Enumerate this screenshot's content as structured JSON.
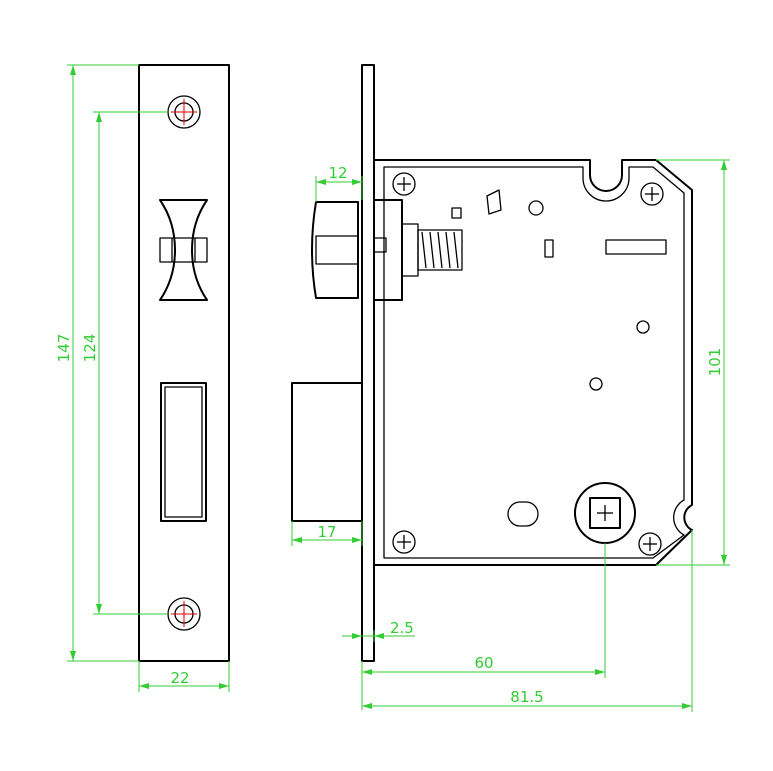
{
  "dimensions": {
    "faceplate_height": "147",
    "screw_spacing": "124",
    "faceplate_width": "22",
    "latch_projection": "12",
    "deadbolt_projection": "17",
    "faceplate_thickness": "2.5",
    "backset": "60",
    "case_depth": "81.5",
    "case_height": "101"
  },
  "colors": {
    "dimension_lines": "#33cc33",
    "outline": "#000000",
    "center_marks": "#e00000"
  }
}
